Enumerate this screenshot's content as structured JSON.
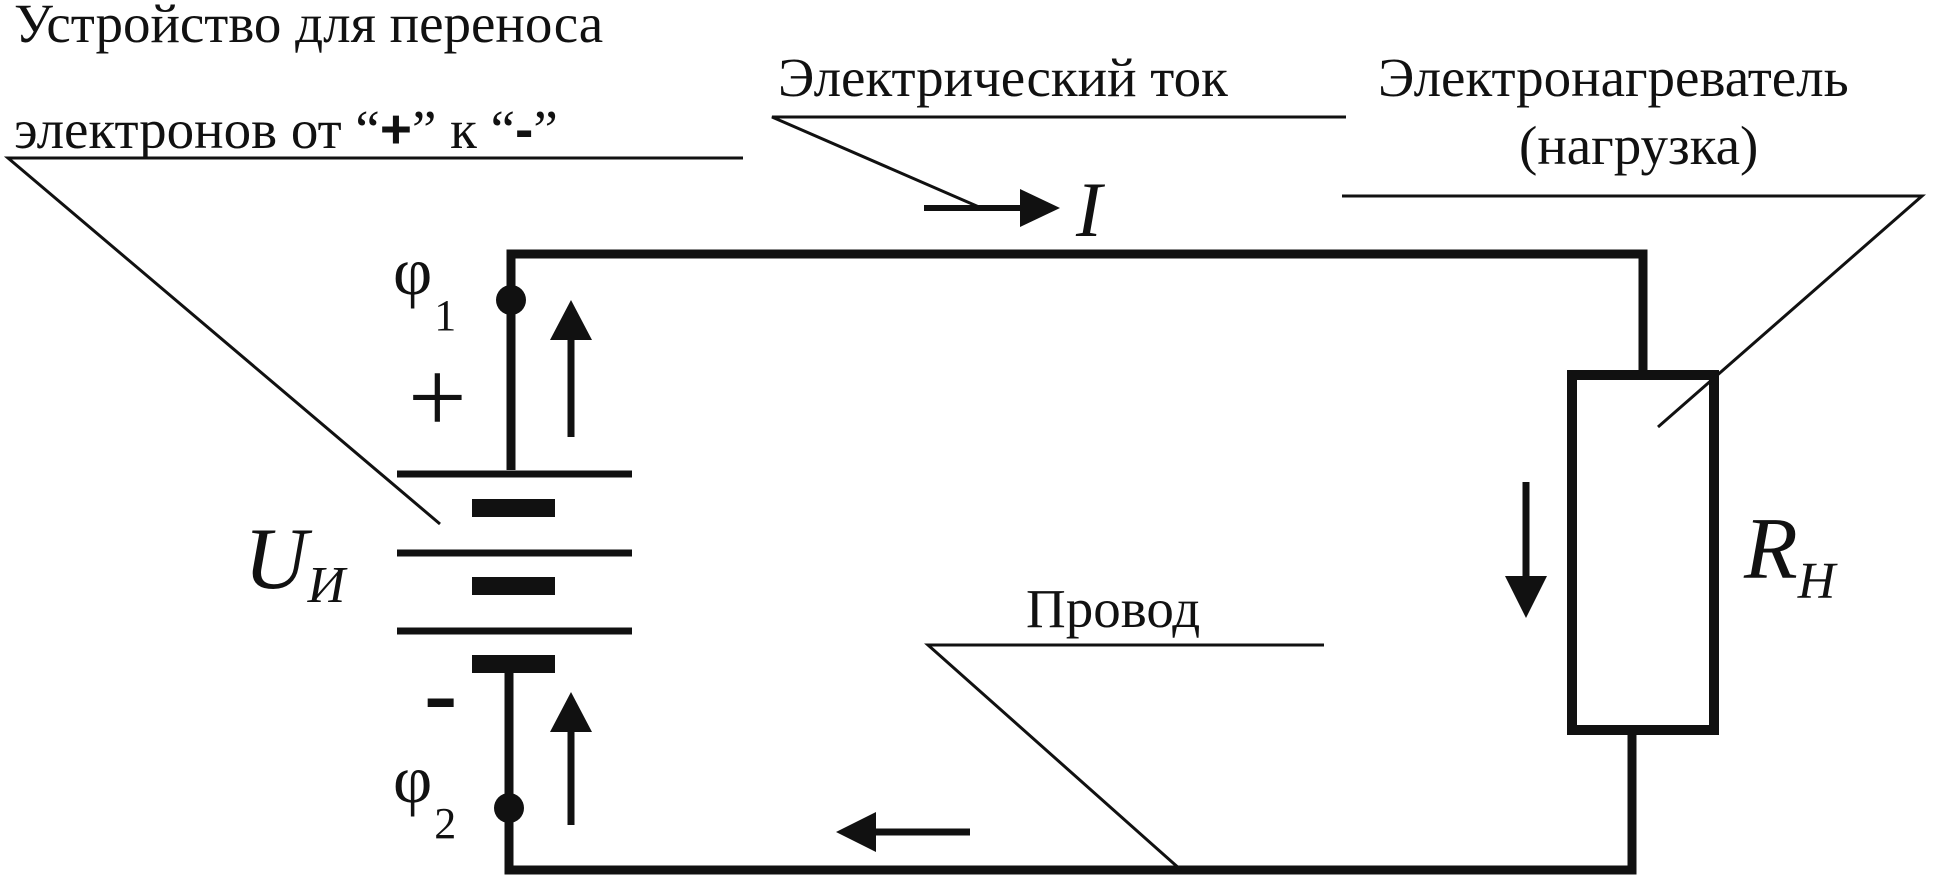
{
  "labels": {
    "device_line1": "Устройство для переноса",
    "device_line2_pre": "электронов от “",
    "device_plus": "+",
    "device_mid": "” к “",
    "device_minus": "-",
    "device_post": "”",
    "current_label": "Электрический ток",
    "current_symbol": "I",
    "heater_line1": "Электронагреватель",
    "heater_line2": "(нагрузка)",
    "wire_label": "Провод",
    "phi1": "φ",
    "phi1_sub": "1",
    "phi2": "φ",
    "phi2_sub": "2",
    "plus_terminal": "+",
    "minus_terminal": "-",
    "source_voltage": "U",
    "source_voltage_sub": "И",
    "load_resistance": "R",
    "load_resistance_sub": "Н"
  },
  "colors": {
    "line": "#111111",
    "background": "#ffffff"
  }
}
